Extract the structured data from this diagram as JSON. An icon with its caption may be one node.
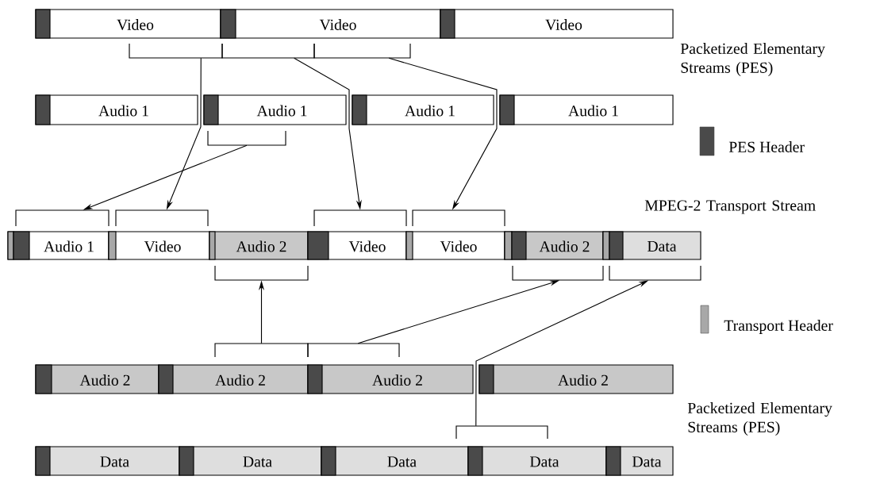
{
  "diagram": {
    "nodes": [
      {
        "text": [
          "Video"
        ]
      },
      {
        "text": [
          "Video"
        ]
      },
      {
        "text": [
          "Video"
        ]
      },
      {
        "text": [
          "Audio 1"
        ]
      },
      {
        "text": [
          "Audio 1"
        ]
      },
      {
        "text": [
          "Audio 1"
        ]
      },
      {
        "text": [
          "Audio 1"
        ]
      },
      {
        "text": [
          "Audio 1"
        ]
      },
      {
        "text": [
          "Video"
        ]
      },
      {
        "text": [
          "Audio 2"
        ]
      },
      {
        "text": [
          "Video"
        ]
      },
      {
        "text": [
          "Video"
        ]
      },
      {
        "text": [
          "Audio 2"
        ]
      },
      {
        "text": [
          "Data"
        ]
      },
      {
        "text": [
          "Audio 2"
        ]
      },
      {
        "text": [
          "Audio 2"
        ]
      },
      {
        "text": [
          "Audio 2"
        ]
      },
      {
        "text": [
          "Audio 2"
        ]
      },
      {
        "text": [
          "Data"
        ]
      },
      {
        "text": [
          "Data"
        ]
      },
      {
        "text": [
          "Data"
        ]
      },
      {
        "text": [
          "Data"
        ]
      },
      {
        "text": [
          "Data"
        ]
      },
      {
        "text": [],
        "shape": "bracket"
      },
      {
        "text": [],
        "shape": "bracket"
      },
      {
        "text": [],
        "shape": "bracket"
      },
      {
        "text": [],
        "shape": "bracket"
      },
      {
        "text": [],
        "shape": "bracket"
      },
      {
        "text": [],
        "shape": "bracket"
      },
      {
        "text": [],
        "shape": "bracket"
      },
      {
        "text": [],
        "shape": "bracket"
      },
      {
        "text": [],
        "shape": "bracket"
      },
      {
        "text": [],
        "shape": "bracket"
      },
      {
        "text": [],
        "shape": "bracket"
      },
      {
        "text": [],
        "shape": "bracket"
      },
      {
        "text": [],
        "shape": "bracket"
      },
      {
        "text": [],
        "shape": "bracket"
      }
    ],
    "edges": [
      {
        "from": 23,
        "to": 28,
        "arrow": "to"
      },
      {
        "from": 24,
        "to": 29,
        "arrow": "to"
      },
      {
        "from": 25,
        "to": 30,
        "arrow": "to"
      },
      {
        "from": 26,
        "to": 27,
        "arrow": "to"
      },
      {
        "from": 34,
        "to": 31,
        "arrow": "to"
      },
      {
        "from": 35,
        "to": 32,
        "arrow": "to"
      },
      {
        "from": 36,
        "to": 33,
        "arrow": "to"
      }
    ],
    "labels": [
      "Packetized Elementary Streams (PES)",
      "MPEG-2 Transport Stream",
      "Packetized Elementary Streams (PES)"
    ],
    "legend": [
      {
        "text": "PES Header",
        "color": "#4a4a4a"
      },
      {
        "text": "Transport Header",
        "color": "#a8a8a8"
      }
    ]
  }
}
